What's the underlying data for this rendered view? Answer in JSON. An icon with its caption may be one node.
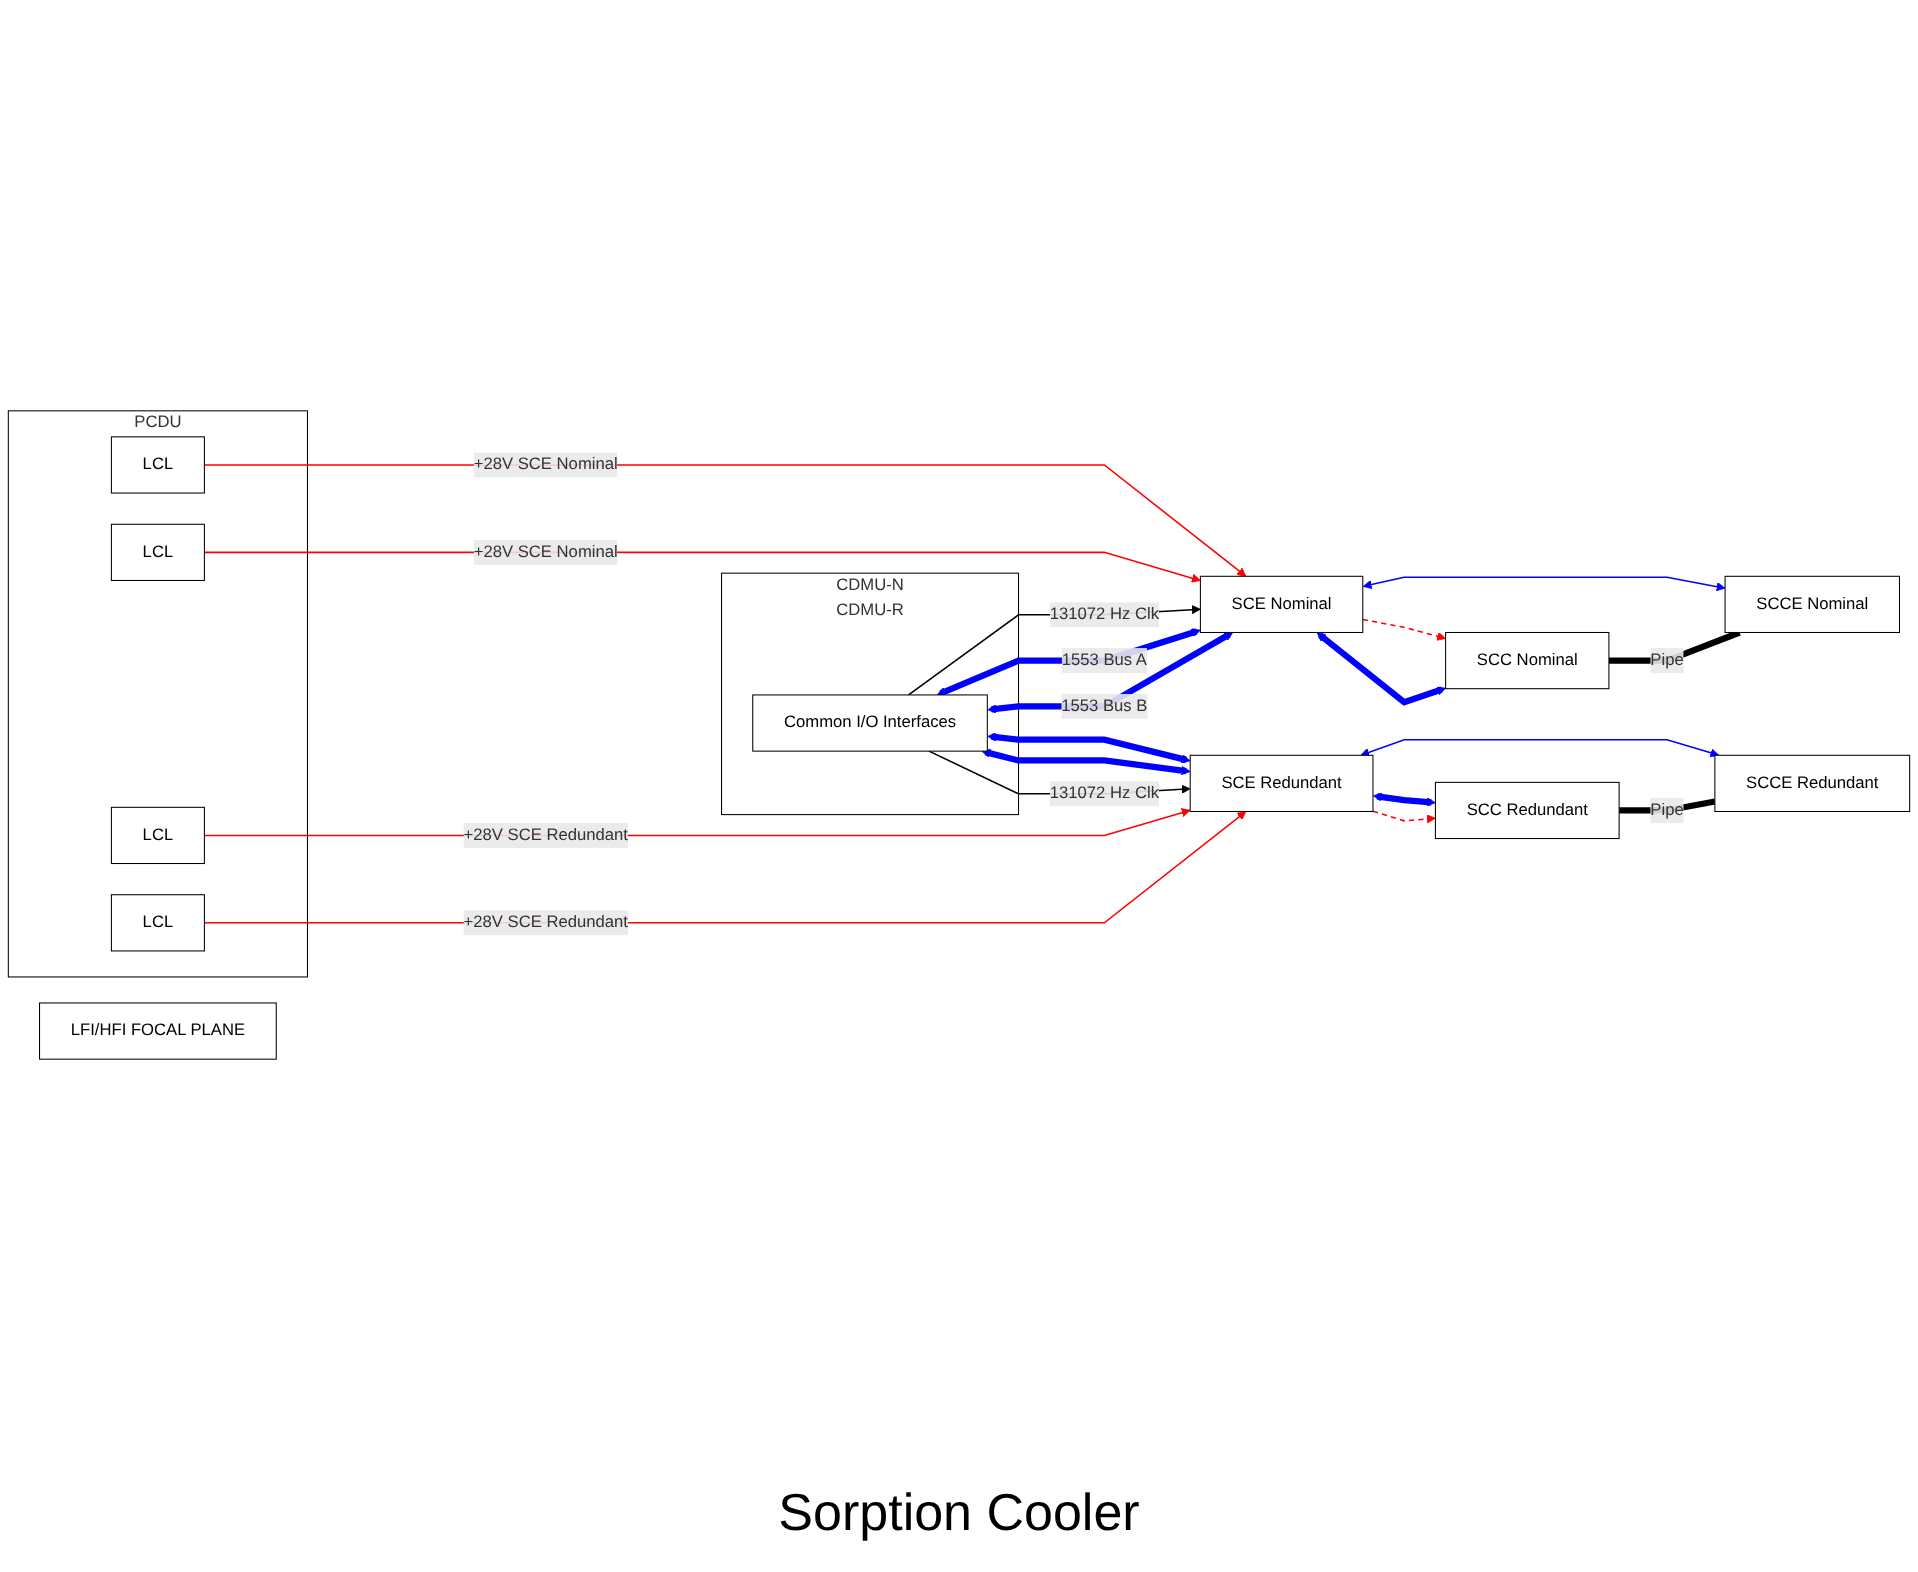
{
  "diagram": {
    "caption": "Sorption Cooler",
    "nodes": [
      {
        "text": [
          "PCDU"
        ]
      },
      {
        "text": [
          "LCL"
        ],
        "in": 0
      },
      {
        "text": [
          "LCL"
        ],
        "in": 0
      },
      {
        "text": [
          "LCL"
        ],
        "in": 0
      },
      {
        "text": [
          "LCL"
        ],
        "in": 0
      },
      {
        "text": [
          "CDMU-N",
          "CDMU-R"
        ]
      },
      {
        "text": [
          "Common I/O Interfaces"
        ],
        "in": 5
      },
      {
        "text": [
          "SCE Nominal"
        ]
      },
      {
        "text": [
          "SCE Redundant"
        ]
      },
      {
        "text": [
          "SCC Nominal"
        ]
      },
      {
        "text": [
          "SCC Redundant"
        ]
      },
      {
        "text": [
          "SCCE Nominal"
        ]
      },
      {
        "text": [
          "SCCE Redundant"
        ]
      },
      {
        "text": [
          "LFI/HFI FOCAL PLANE"
        ]
      }
    ],
    "edges": [
      {
        "from": 1,
        "to": 7,
        "arrow": "to",
        "label": "+28V SCE Nominal",
        "color": "#ff0000"
      },
      {
        "from": 2,
        "to": 7,
        "arrow": "to",
        "label": "+28V SCE Nominal",
        "color": "#ff0000"
      },
      {
        "from": 6,
        "to": 7,
        "arrow": "to",
        "label": "131072 Hz Clk",
        "color": "#000000"
      },
      {
        "from": 6,
        "to": 7,
        "arrow": "both",
        "label": "1553 Bus A",
        "style": "thick",
        "color": "#0000ff"
      },
      {
        "from": 6,
        "to": 7,
        "arrow": "both",
        "label": "1553 Bus B",
        "style": "thick",
        "color": "#0000ff"
      },
      {
        "from": 6,
        "to": 8,
        "arrow": "both",
        "style": "thick",
        "color": "#0000ff"
      },
      {
        "from": 6,
        "to": 8,
        "arrow": "both",
        "style": "thick",
        "color": "#0000ff"
      },
      {
        "from": 6,
        "to": 8,
        "arrow": "to",
        "label": "131072 Hz Clk",
        "color": "#000000"
      },
      {
        "from": 3,
        "to": 8,
        "arrow": "to",
        "label": "+28V SCE Redundant",
        "color": "#ff0000"
      },
      {
        "from": 4,
        "to": 8,
        "arrow": "to",
        "label": "+28V SCE Redundant",
        "color": "#ff0000"
      },
      {
        "from": 7,
        "to": 9,
        "arrow": "to",
        "style": "dashed",
        "color": "#ff0000"
      },
      {
        "from": 7,
        "to": 9,
        "arrow": "both",
        "style": "thick",
        "color": "#0000ff"
      },
      {
        "from": 7,
        "to": 11,
        "arrow": "both",
        "color": "#0000ff"
      },
      {
        "from": 9,
        "to": 11,
        "arrow": "none",
        "label": "Pipe",
        "style": "thick",
        "color": "#000000"
      },
      {
        "from": 8,
        "to": 12,
        "arrow": "both",
        "color": "#0000ff"
      },
      {
        "from": 8,
        "to": 10,
        "arrow": "both",
        "style": "thick",
        "color": "#0000ff"
      },
      {
        "from": 8,
        "to": 10,
        "arrow": "to",
        "style": "dashed",
        "color": "#ff0000"
      },
      {
        "from": 10,
        "to": 12,
        "arrow": "none",
        "label": "Pipe",
        "style": "thick",
        "color": "#000000"
      }
    ]
  }
}
